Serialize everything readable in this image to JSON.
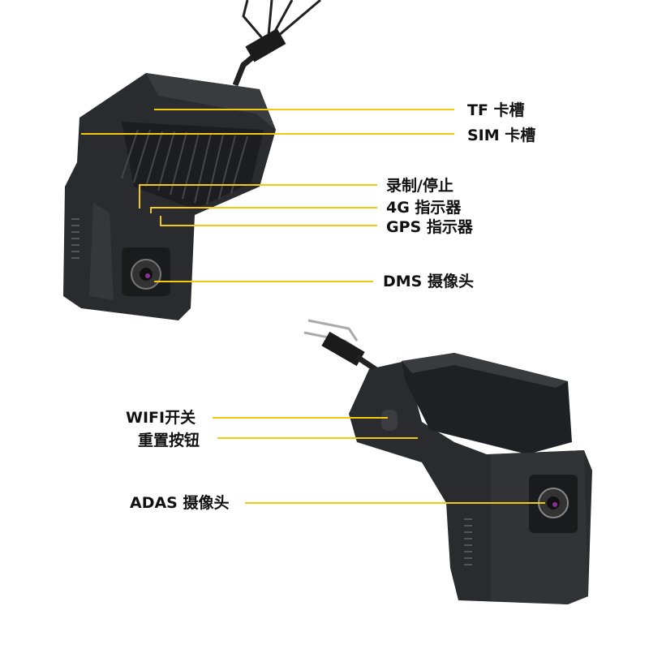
{
  "colors": {
    "callout_line": "#f2c811",
    "device_body": "#2a2b2e",
    "device_dark": "#17181a",
    "lens_purple": "#8a2f9c"
  },
  "callouts": {
    "tf_slot": "TF 卡槽",
    "sim_slot": "SIM 卡槽",
    "record_stop": "录制/停止",
    "indicator_4g": "4G 指示器",
    "indicator_gps": "GPS 指示器",
    "dms_camera": "DMS 摄像头",
    "wifi_switch": "WIFI开关",
    "reset_button": "重置按钮",
    "adas_camera": "ADAS 摄像头"
  }
}
